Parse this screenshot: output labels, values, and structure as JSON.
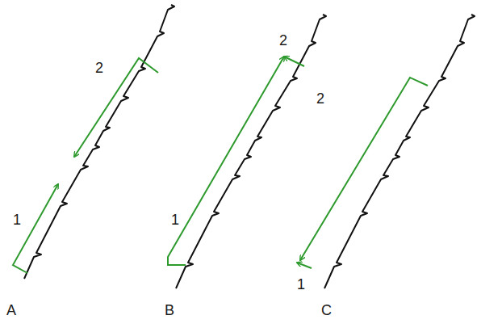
{
  "diagram": {
    "labels": [
      "2",
      "1",
      "A",
      "2",
      "1",
      "B",
      "2",
      "1",
      "C"
    ]
  }
}
